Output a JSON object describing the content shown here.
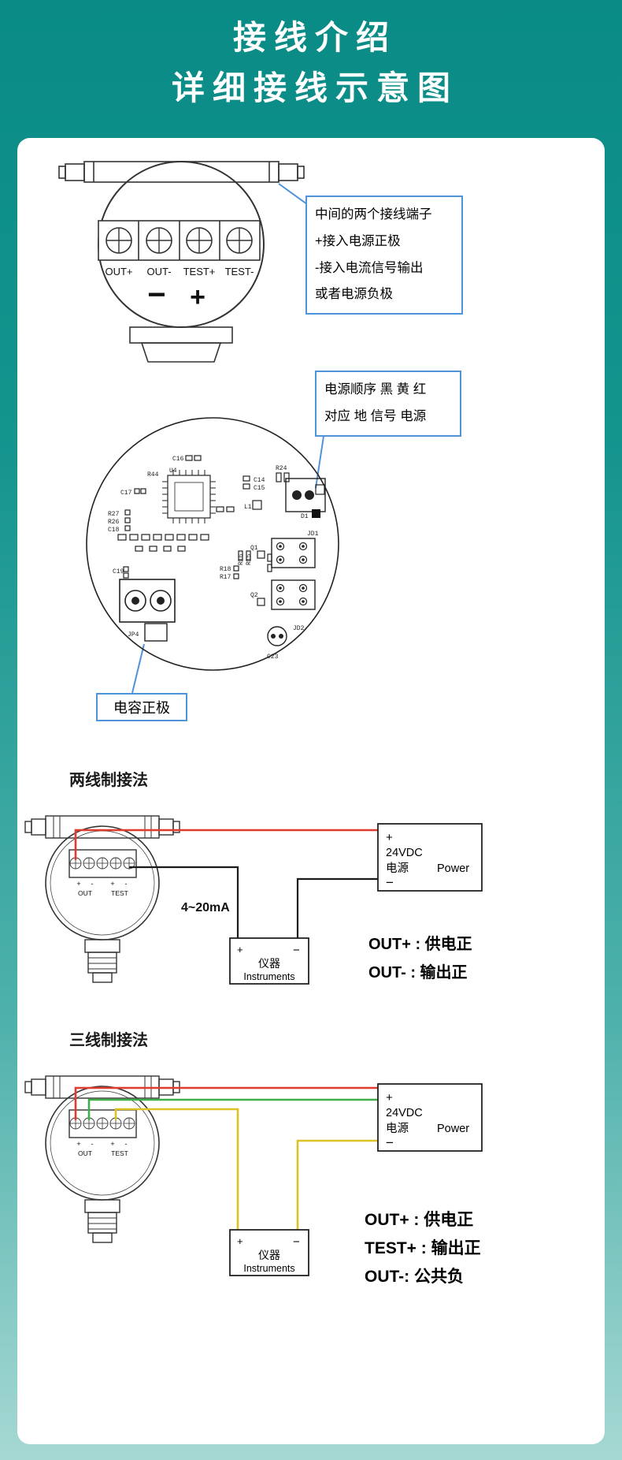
{
  "header": {
    "title_line1": "接线介绍",
    "title_line2": "详细接线示意图"
  },
  "colors": {
    "background_top": "#0a8b86",
    "background_bottom": "#a6d8d3",
    "note_border_blue": "#4f93d8",
    "wire_red": "#e03b2f",
    "wire_black": "#1a1a1a",
    "wire_green": "#3fae49",
    "wire_yellow": "#ddc226"
  },
  "terminal_head": {
    "labels": [
      "OUT+",
      "OUT-",
      "TEST+",
      "TEST-"
    ],
    "minus_mark": "−",
    "plus_mark": "+",
    "note_lines": [
      "中间的两个接线端子",
      "+接入电源正极",
      "-接入电流信号输出",
      "或者电源负极"
    ]
  },
  "pcb": {
    "note_lines": [
      "电源顺序 黑 黄 红",
      "对应 地 信号 电源"
    ],
    "cap_positive_label": "电容正极",
    "labels": [
      "C16",
      "U4",
      "R44",
      "C17",
      "R27",
      "R26",
      "C18",
      "C14",
      "C15",
      "R24",
      "L1",
      "D1",
      "JD1",
      "Q1",
      "Q2",
      "R16",
      "R15",
      "R18",
      "R17",
      "C19",
      "JD2",
      "C23",
      "JP4"
    ]
  },
  "transmitter": {
    "out_label": "OUT",
    "test_label": "TEST",
    "marks": [
      "+",
      "-",
      "+",
      "-"
    ]
  },
  "two_wire": {
    "title": "两线制接法",
    "current_label": "4~20mA",
    "power_box": {
      "plus": "+",
      "model": "24VDC",
      "label_cn": "电源",
      "label_en": "Power",
      "minus": "−"
    },
    "instrument_box": {
      "plus": "+",
      "minus": "−",
      "label_cn": "仪器",
      "label_en": "Instruments"
    },
    "notes": [
      "OUT+ : 供电正",
      "OUT- : 输出正"
    ]
  },
  "three_wire": {
    "title": "三线制接法",
    "power_box": {
      "plus": "+",
      "model": "24VDC",
      "label_cn": "电源",
      "label_en": "Power",
      "minus": "−"
    },
    "instrument_box": {
      "plus": "+",
      "minus": "−",
      "label_cn": "仪器",
      "label_en": "Instruments"
    },
    "notes": [
      "OUT+ : 供电正",
      "TEST+ : 输出正",
      "OUT-: 公共负"
    ]
  }
}
